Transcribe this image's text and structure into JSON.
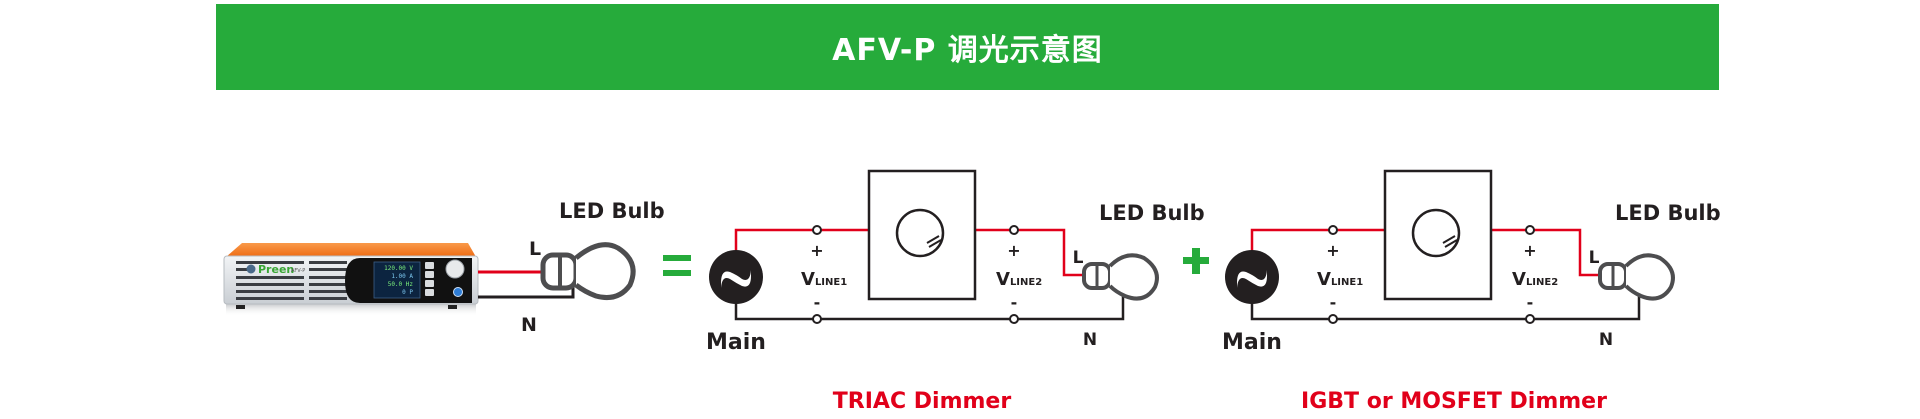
{
  "header": {
    "title": "AFV-P 调光示意图",
    "background_color": "#26ab3b"
  },
  "device": {
    "brand": "Preen",
    "model": "AFV-P",
    "screen_readings": [
      "120.00 V",
      "1.00 A",
      "50.0 Hz",
      "0 P"
    ]
  },
  "direct_setup": {
    "bulb_label": "LED Bulb",
    "live_label": "L",
    "neutral_label": "N"
  },
  "operators": {
    "equals": "=",
    "plus": "+"
  },
  "circuits": [
    {
      "source_label": "Main",
      "v_line1": {
        "main": "V",
        "sub": "LINE1"
      },
      "v_line2": {
        "main": "V",
        "sub": "LINE2"
      },
      "plus": "+",
      "minus": "-",
      "bulb_label": "LED Bulb",
      "live_label": "L",
      "neutral_label": "N",
      "dimmer_label": "TRIAC Dimmer"
    },
    {
      "source_label": "Main",
      "v_line1": {
        "main": "V",
        "sub": "LINE1"
      },
      "v_line2": {
        "main": "V",
        "sub": "LINE2"
      },
      "plus": "+",
      "minus": "-",
      "bulb_label": "LED Bulb",
      "live_label": "L",
      "neutral_label": "N",
      "dimmer_label": "IGBT or MOSFET Dimmer"
    }
  ],
  "colors": {
    "live_wire": "#e1001a",
    "neutral_wire": "#231f20",
    "operator": "#26ab3b",
    "dimmer_text": "#e1001a",
    "bulb": "#4d4d4f",
    "device_top": "#f47a20"
  }
}
